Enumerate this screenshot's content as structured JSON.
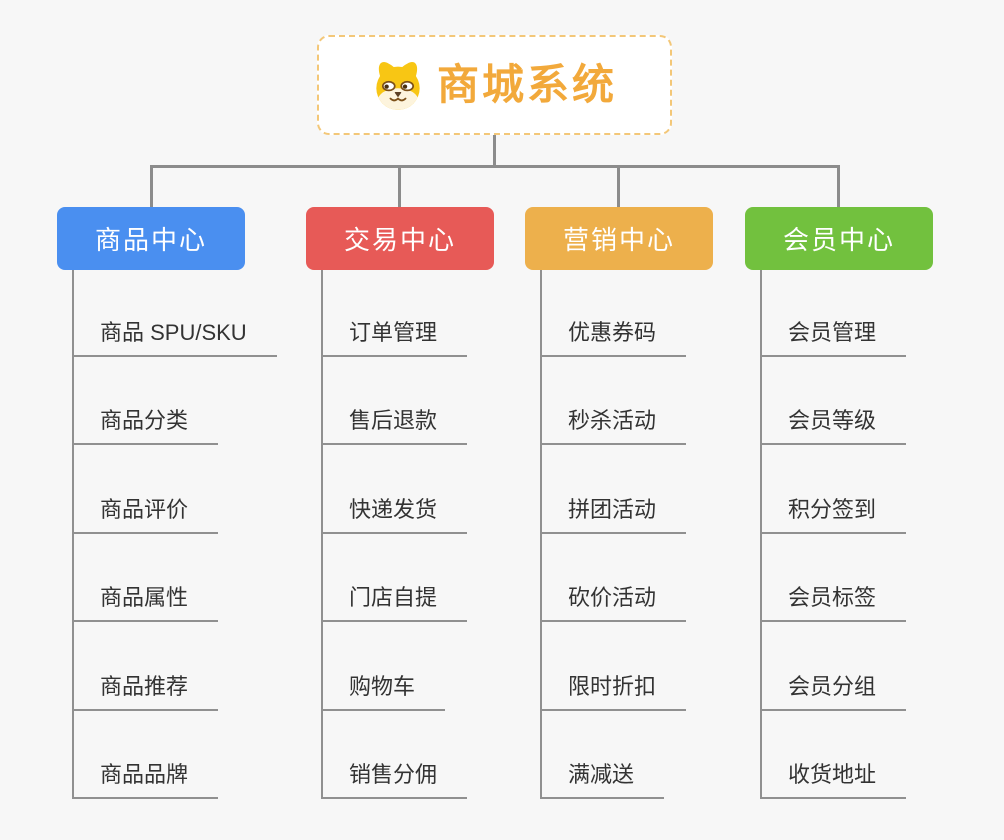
{
  "page": {
    "background": "#f7f7f7",
    "connector_color": "#8c8c8c"
  },
  "root": {
    "title": "商城系统",
    "icon": "doge-icon",
    "accent": "#f2a93b",
    "border_color": "#f3c778"
  },
  "branches": [
    {
      "label": "商品中心",
      "color": "#4a8ff0",
      "items": [
        "商品 SPU/SKU",
        "商品分类",
        "商品评价",
        "商品属性",
        "商品推荐",
        "商品品牌"
      ]
    },
    {
      "label": "交易中心",
      "color": "#e75a57",
      "items": [
        "订单管理",
        "售后退款",
        "快递发货",
        "门店自提",
        "购物车",
        "销售分佣"
      ]
    },
    {
      "label": "营销中心",
      "color": "#edb04c",
      "items": [
        "优惠券码",
        "秒杀活动",
        "拼团活动",
        "砍价活动",
        "限时折扣",
        "满减送"
      ]
    },
    {
      "label": "会员中心",
      "color": "#72c13e",
      "items": [
        "会员管理",
        "会员等级",
        "积分签到",
        "会员标签",
        "会员分组",
        "收货地址"
      ]
    }
  ]
}
